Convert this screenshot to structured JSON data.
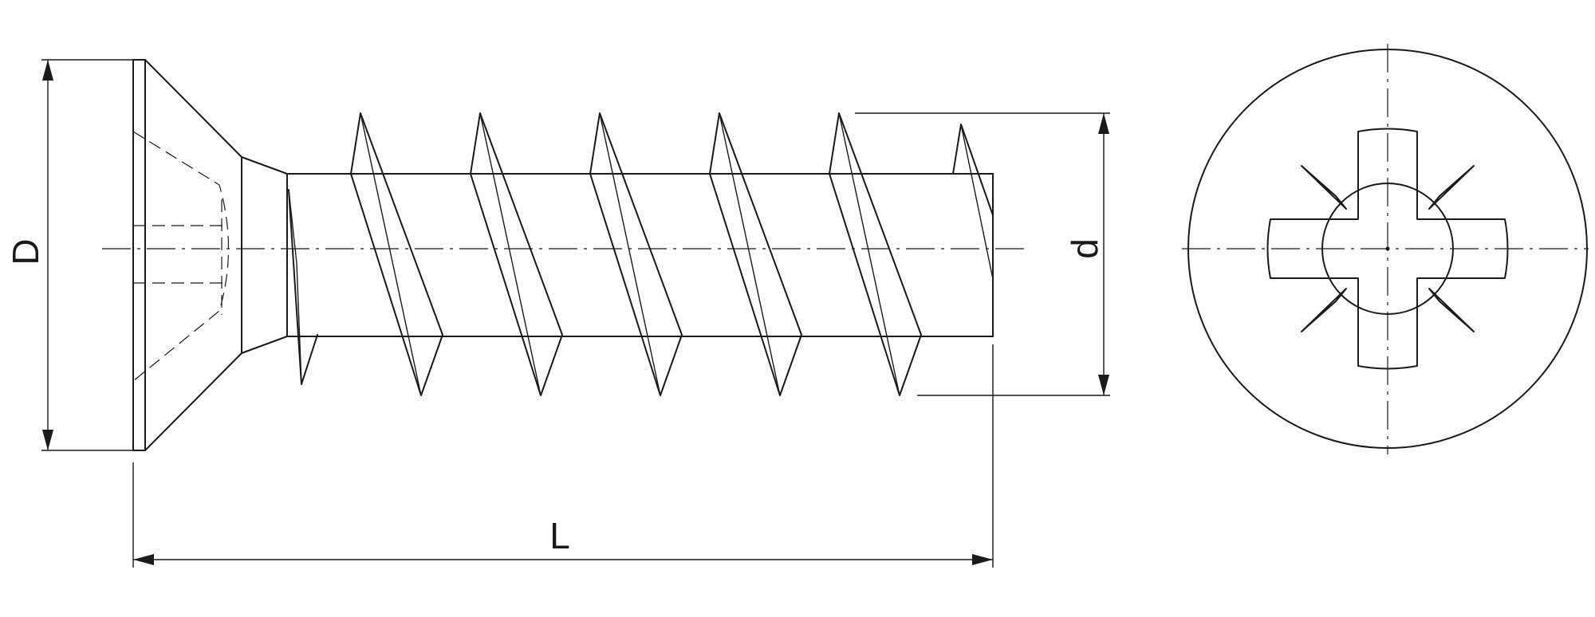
{
  "dimensions": {
    "head_diameter": "D",
    "thread_diameter": "d",
    "length": "L"
  },
  "colors": {
    "line": "#1a1a1a",
    "background": "#ffffff"
  }
}
